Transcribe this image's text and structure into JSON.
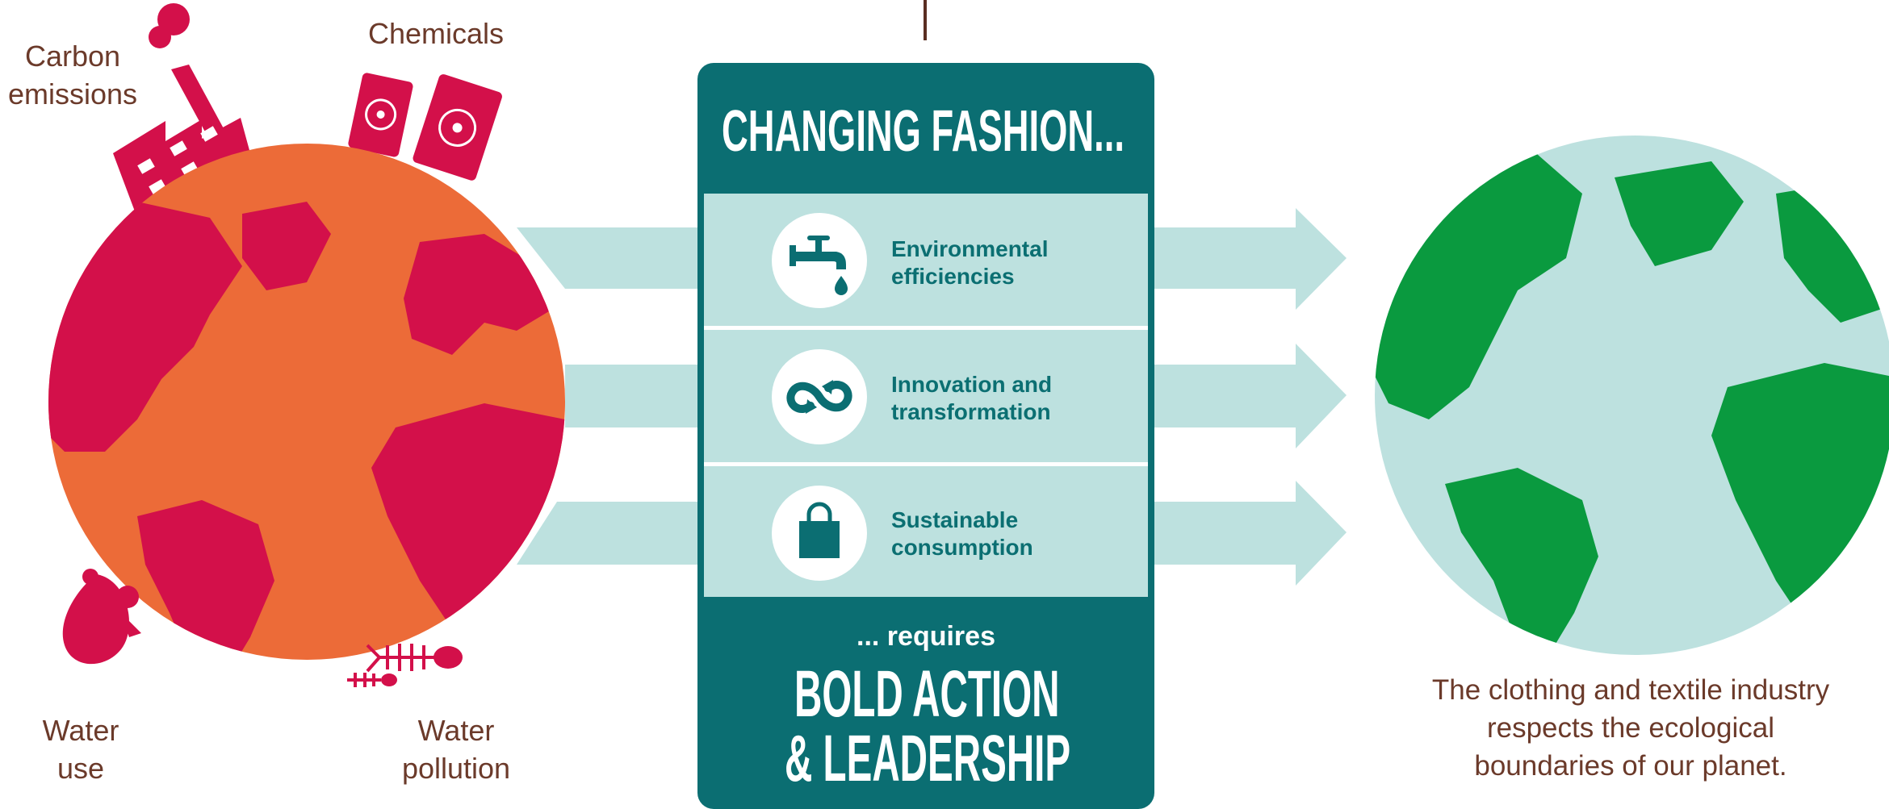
{
  "colors": {
    "teal_dark": "#0b6e72",
    "teal_light": "#bde1df",
    "globe_red": "#d3104a",
    "globe_orange": "#ec6b38",
    "globe_green": "#0a9a3f",
    "globe_light": "#bde1df",
    "label_brown": "#6b3a2a"
  },
  "impacts": {
    "carbon": "Carbon\nemissions",
    "chemicals": "Chemicals",
    "water_use": "Water\nuse",
    "water_pollution": "Water\npollution"
  },
  "panel": {
    "title": "CHANGING FASHION...",
    "rows": [
      {
        "icon": "water-tap-icon",
        "text": "Environmental\nefficiencies"
      },
      {
        "icon": "infinity-loop-icon",
        "text": "Innovation and\ntransformation"
      },
      {
        "icon": "shopping-bag-icon",
        "text": "Sustainable\nconsumption"
      }
    ],
    "requires": "... requires",
    "bold_line1": "BOLD ACTION",
    "bold_line2": "& LEADERSHIP"
  },
  "outcome": "The clothing and textile industry\nrespects the ecological\nboundaries of our planet."
}
